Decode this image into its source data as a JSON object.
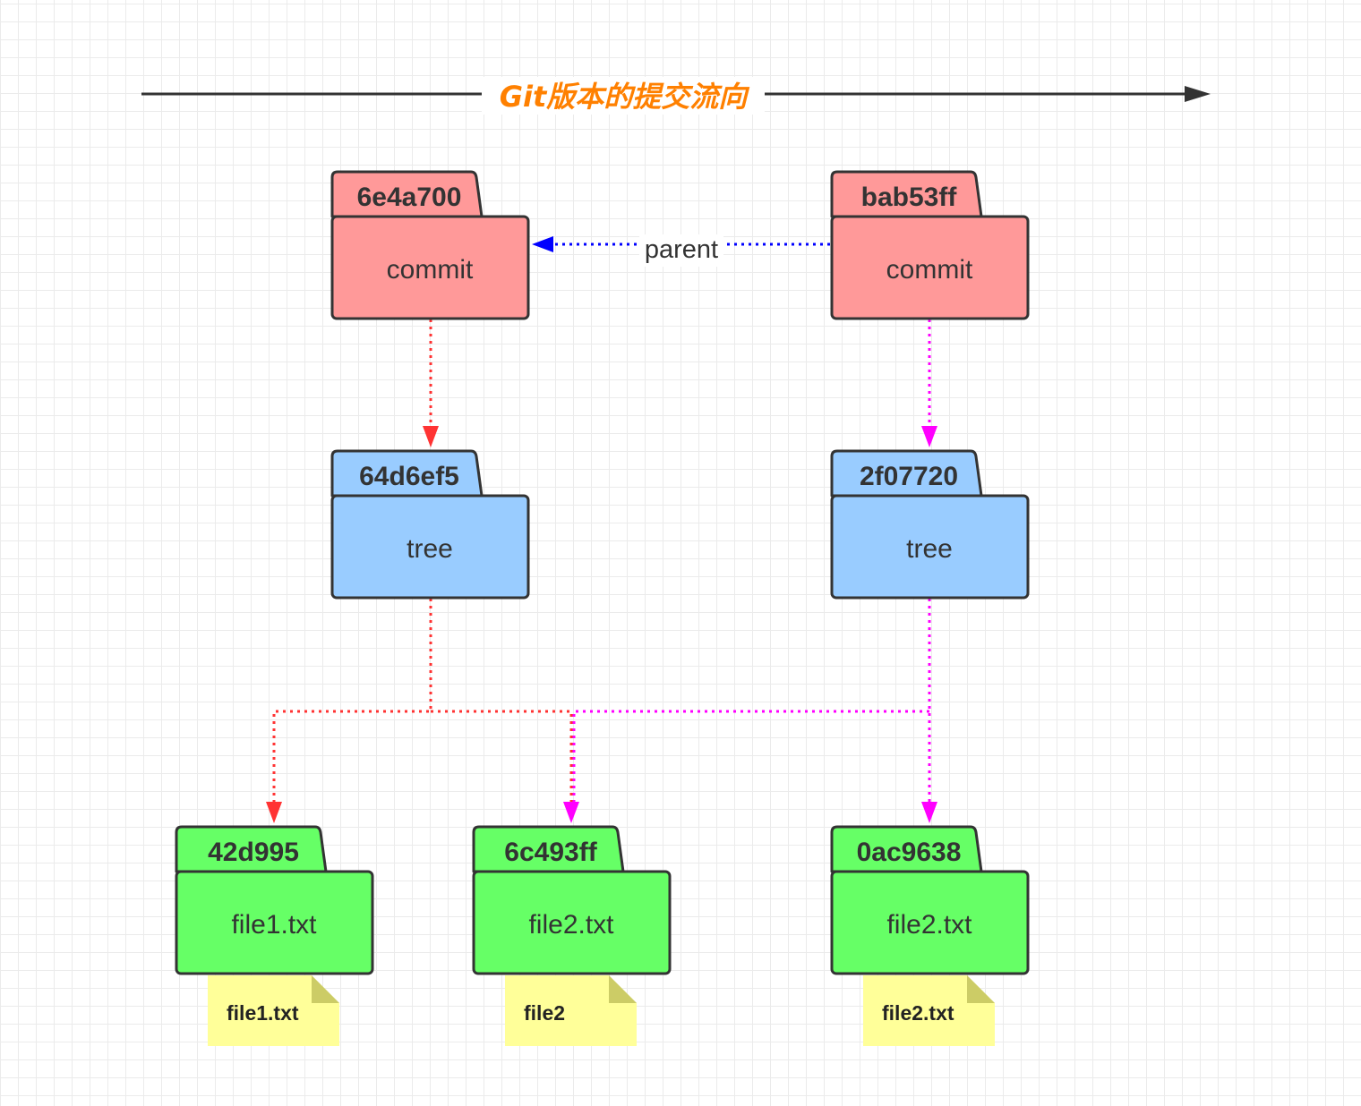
{
  "title": "Git版本的提交流向",
  "colors": {
    "commit": "#ff9999",
    "tree": "#99ccff",
    "blob": "#66ff66",
    "note": "#ffff99",
    "note_fold": "#cccc66",
    "parent_edge": "#0000ff",
    "left_edges": "#ff3333",
    "right_edges": "#ff00ff",
    "title": "#ff8000"
  },
  "commits": [
    {
      "hash": "6e4a700",
      "type": "commit"
    },
    {
      "hash": "bab53ff",
      "type": "commit"
    }
  ],
  "parent_label": "parent",
  "trees": [
    {
      "hash": "64d6ef5",
      "type": "tree"
    },
    {
      "hash": "2f07720",
      "type": "tree"
    }
  ],
  "blobs": [
    {
      "hash": "42d995",
      "name": "file1.txt",
      "content": "file1.txt"
    },
    {
      "hash": "6c493ff",
      "name": "file2.txt",
      "content": "file2"
    },
    {
      "hash": "0ac9638",
      "name": "file2.txt",
      "content": "file2.txt"
    }
  ]
}
